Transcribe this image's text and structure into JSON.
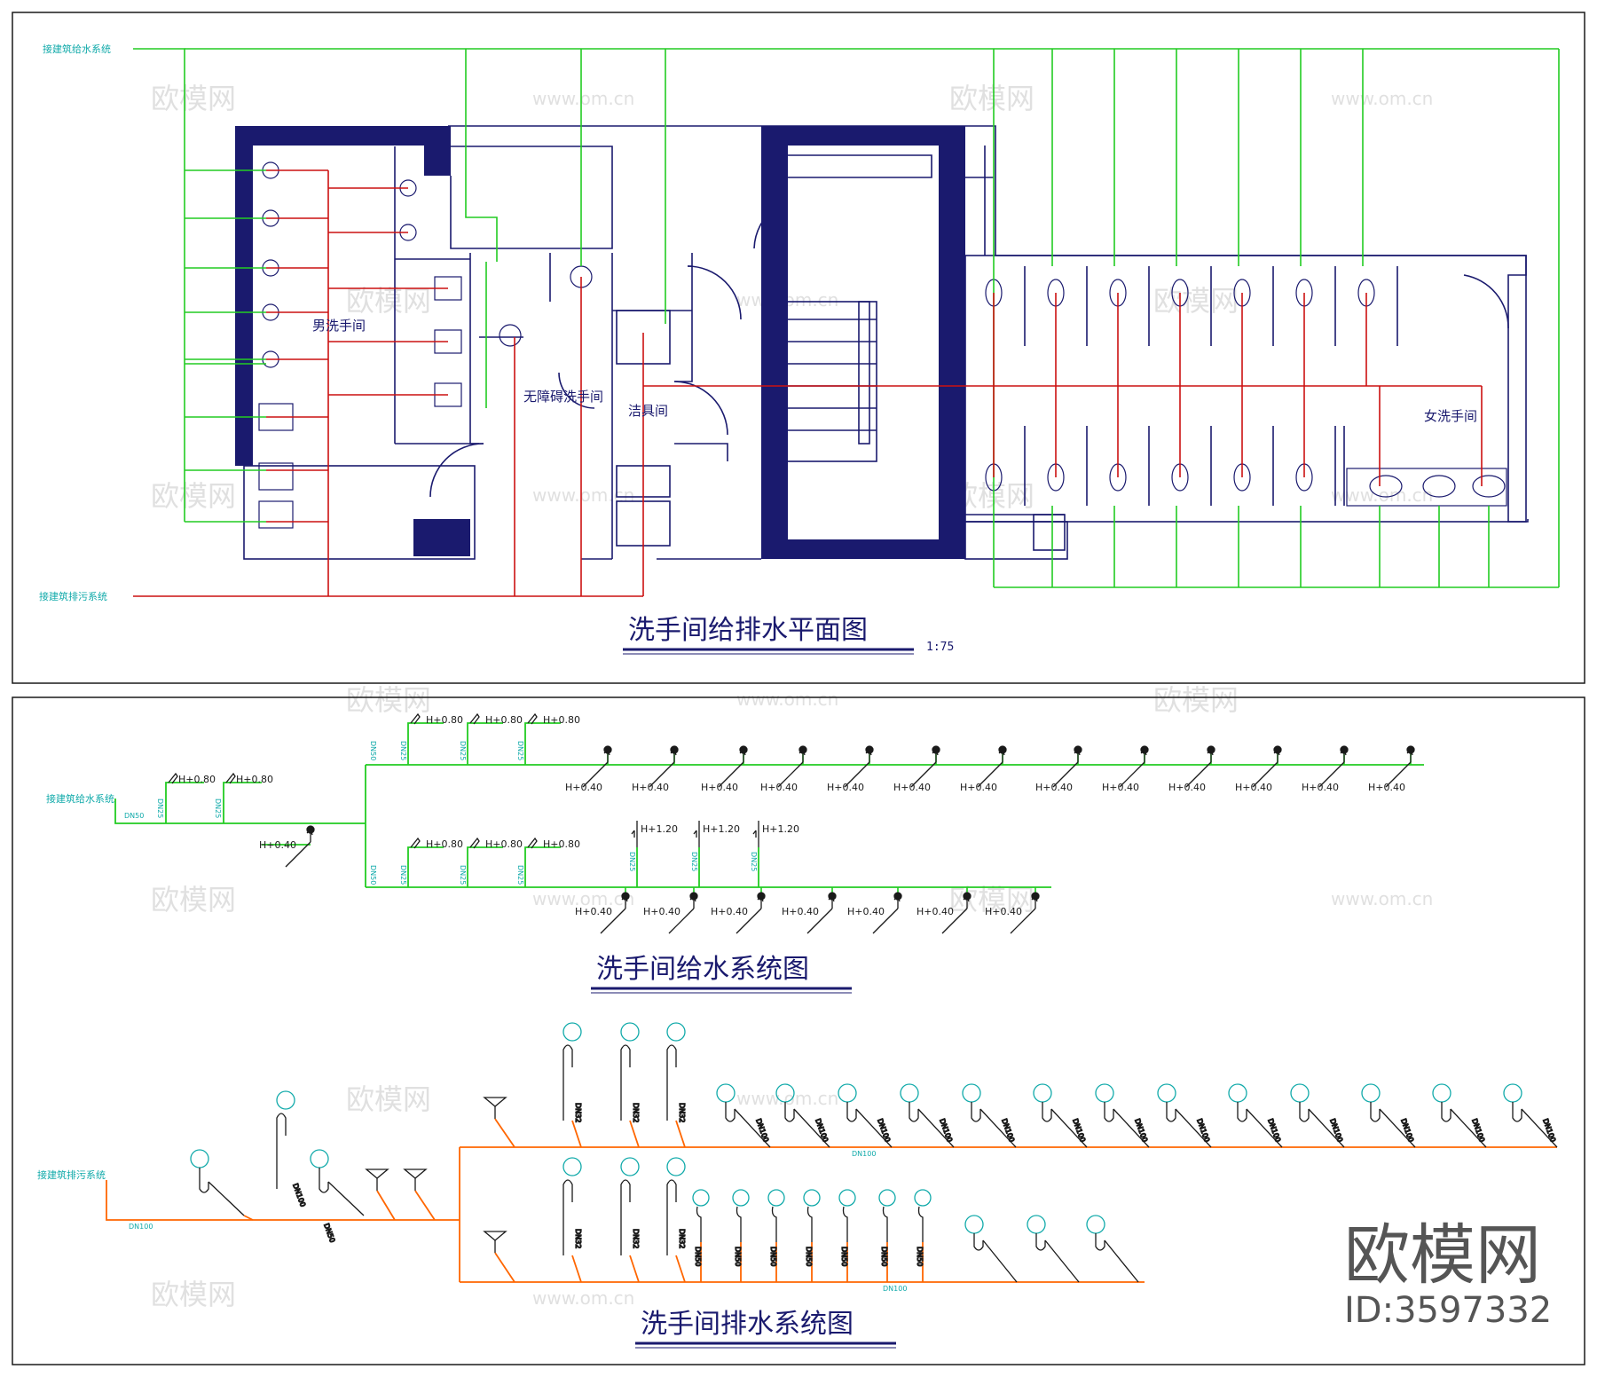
{
  "plan": {
    "title": "洗手间给排水平面图",
    "scale": "1:75",
    "rooms": {
      "mens": "男洗手间",
      "accessible": "无障碍洗手间",
      "janitor": "洁具间",
      "womens": "女洗手间"
    },
    "connect_supply": "接建筑给水系统",
    "connect_drain": "接建筑排污系统"
  },
  "supply": {
    "title": "洗手间给水系统图",
    "connect": "接建筑给水系统",
    "dn50": "DN50",
    "dn25": "DN25",
    "h080": "H+0.80",
    "h040": "H+0.40",
    "h120": "H+1.20"
  },
  "drain": {
    "title": "洗手间排水系统图",
    "connect": "接建筑排污系统",
    "dn100": "DN100",
    "dn50": "DN50",
    "dn32": "DN32"
  },
  "watermark": {
    "logo": "欧模网",
    "id": "ID:3597332",
    "site": "www.om.cn"
  },
  "colors": {
    "frame": "#1a1a1a",
    "wall": "#1a1a6e",
    "line": "#1a1a6e",
    "supply": "#22cc22",
    "drain_plan": "#cc1111",
    "drain_system": "#ff6600",
    "annotation": "#11aaaa"
  }
}
